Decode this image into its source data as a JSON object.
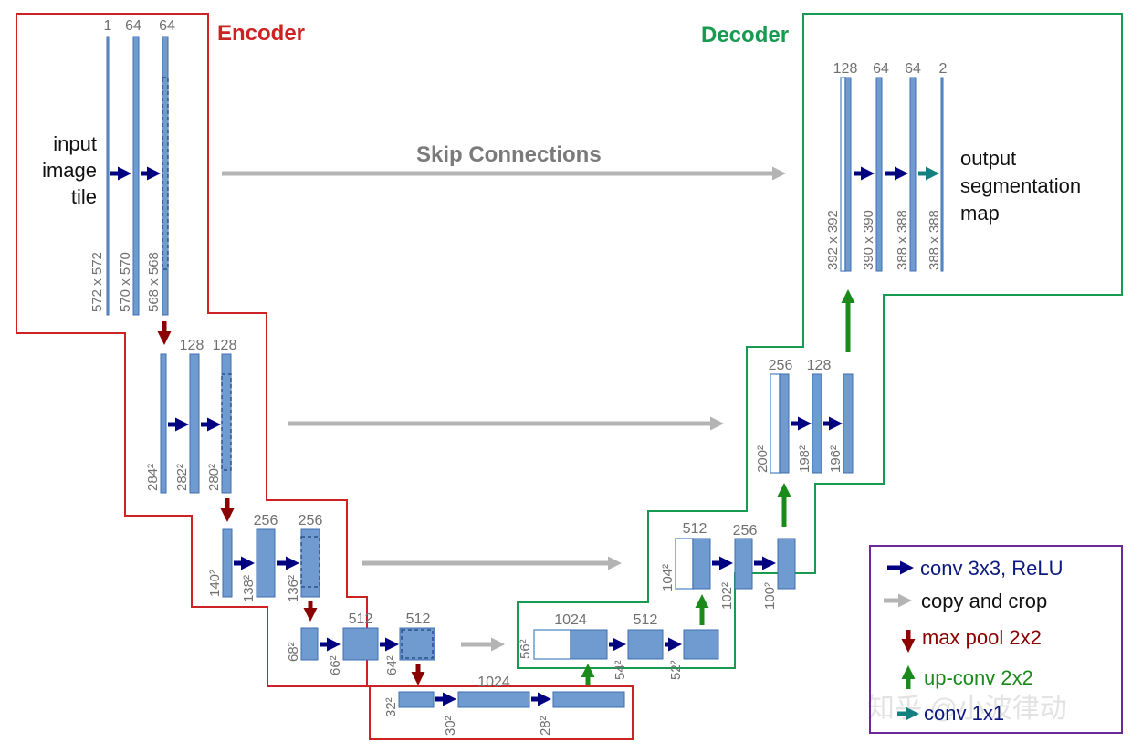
{
  "encoder_title": "Encoder",
  "decoder_title": "Decoder",
  "skip_title": "Skip Connections",
  "input_label": [
    "input",
    "image",
    "tile"
  ],
  "output_label": [
    "output",
    "segmentation",
    "map"
  ],
  "encoder": {
    "l1": {
      "channels": [
        "1",
        "64",
        "64"
      ],
      "dims": [
        "572 x 572",
        "570 x 570",
        "568 x 568"
      ]
    },
    "l2": {
      "channels": [
        "128",
        "128"
      ],
      "dims": [
        "284²",
        "282²",
        "280²"
      ]
    },
    "l3": {
      "channels": [
        "256",
        "256"
      ],
      "dims": [
        "140²",
        "138²",
        "136²"
      ]
    },
    "l4": {
      "channels": [
        "512",
        "512"
      ],
      "dims": [
        "68²",
        "66²",
        "64²"
      ]
    },
    "l5": {
      "channels": [
        "1024"
      ],
      "dims": [
        "32²",
        "30²",
        "28²"
      ]
    }
  },
  "decoder": {
    "d4": {
      "channels": [
        "1024",
        "512"
      ],
      "dims": [
        "56²",
        "54²",
        "52²"
      ]
    },
    "d3": {
      "channels": [
        "512",
        "256"
      ],
      "dims": [
        "104²",
        "102²",
        "100²"
      ]
    },
    "d2": {
      "channels": [
        "256",
        "128"
      ],
      "dims": [
        "200²",
        "198²",
        "196²"
      ]
    },
    "d1": {
      "channels": [
        "128",
        "64",
        "64",
        "2"
      ],
      "dims": [
        "392 x 392",
        "390 x 390",
        "388 x 388",
        "388 x 388"
      ]
    }
  },
  "legend": {
    "conv": "conv 3x3, ReLU",
    "copy": "copy and crop",
    "pool": "max pool 2x2",
    "upconv": "up-conv 2x2",
    "conv1x1": "conv 1x1"
  },
  "watermark": "知乎 @小波律动",
  "colors": {
    "block": "#6f9bd1",
    "conv_arrow": "#000080",
    "copy_arrow": "#b4b4b4",
    "pool_arrow": "#8b0000",
    "upconv_arrow": "#1a8a1a",
    "conv1x1_arrow": "#128080",
    "encoder_border": "#cc2222",
    "decoder_border": "#1a9a50",
    "legend_border": "#6a2a9a"
  }
}
